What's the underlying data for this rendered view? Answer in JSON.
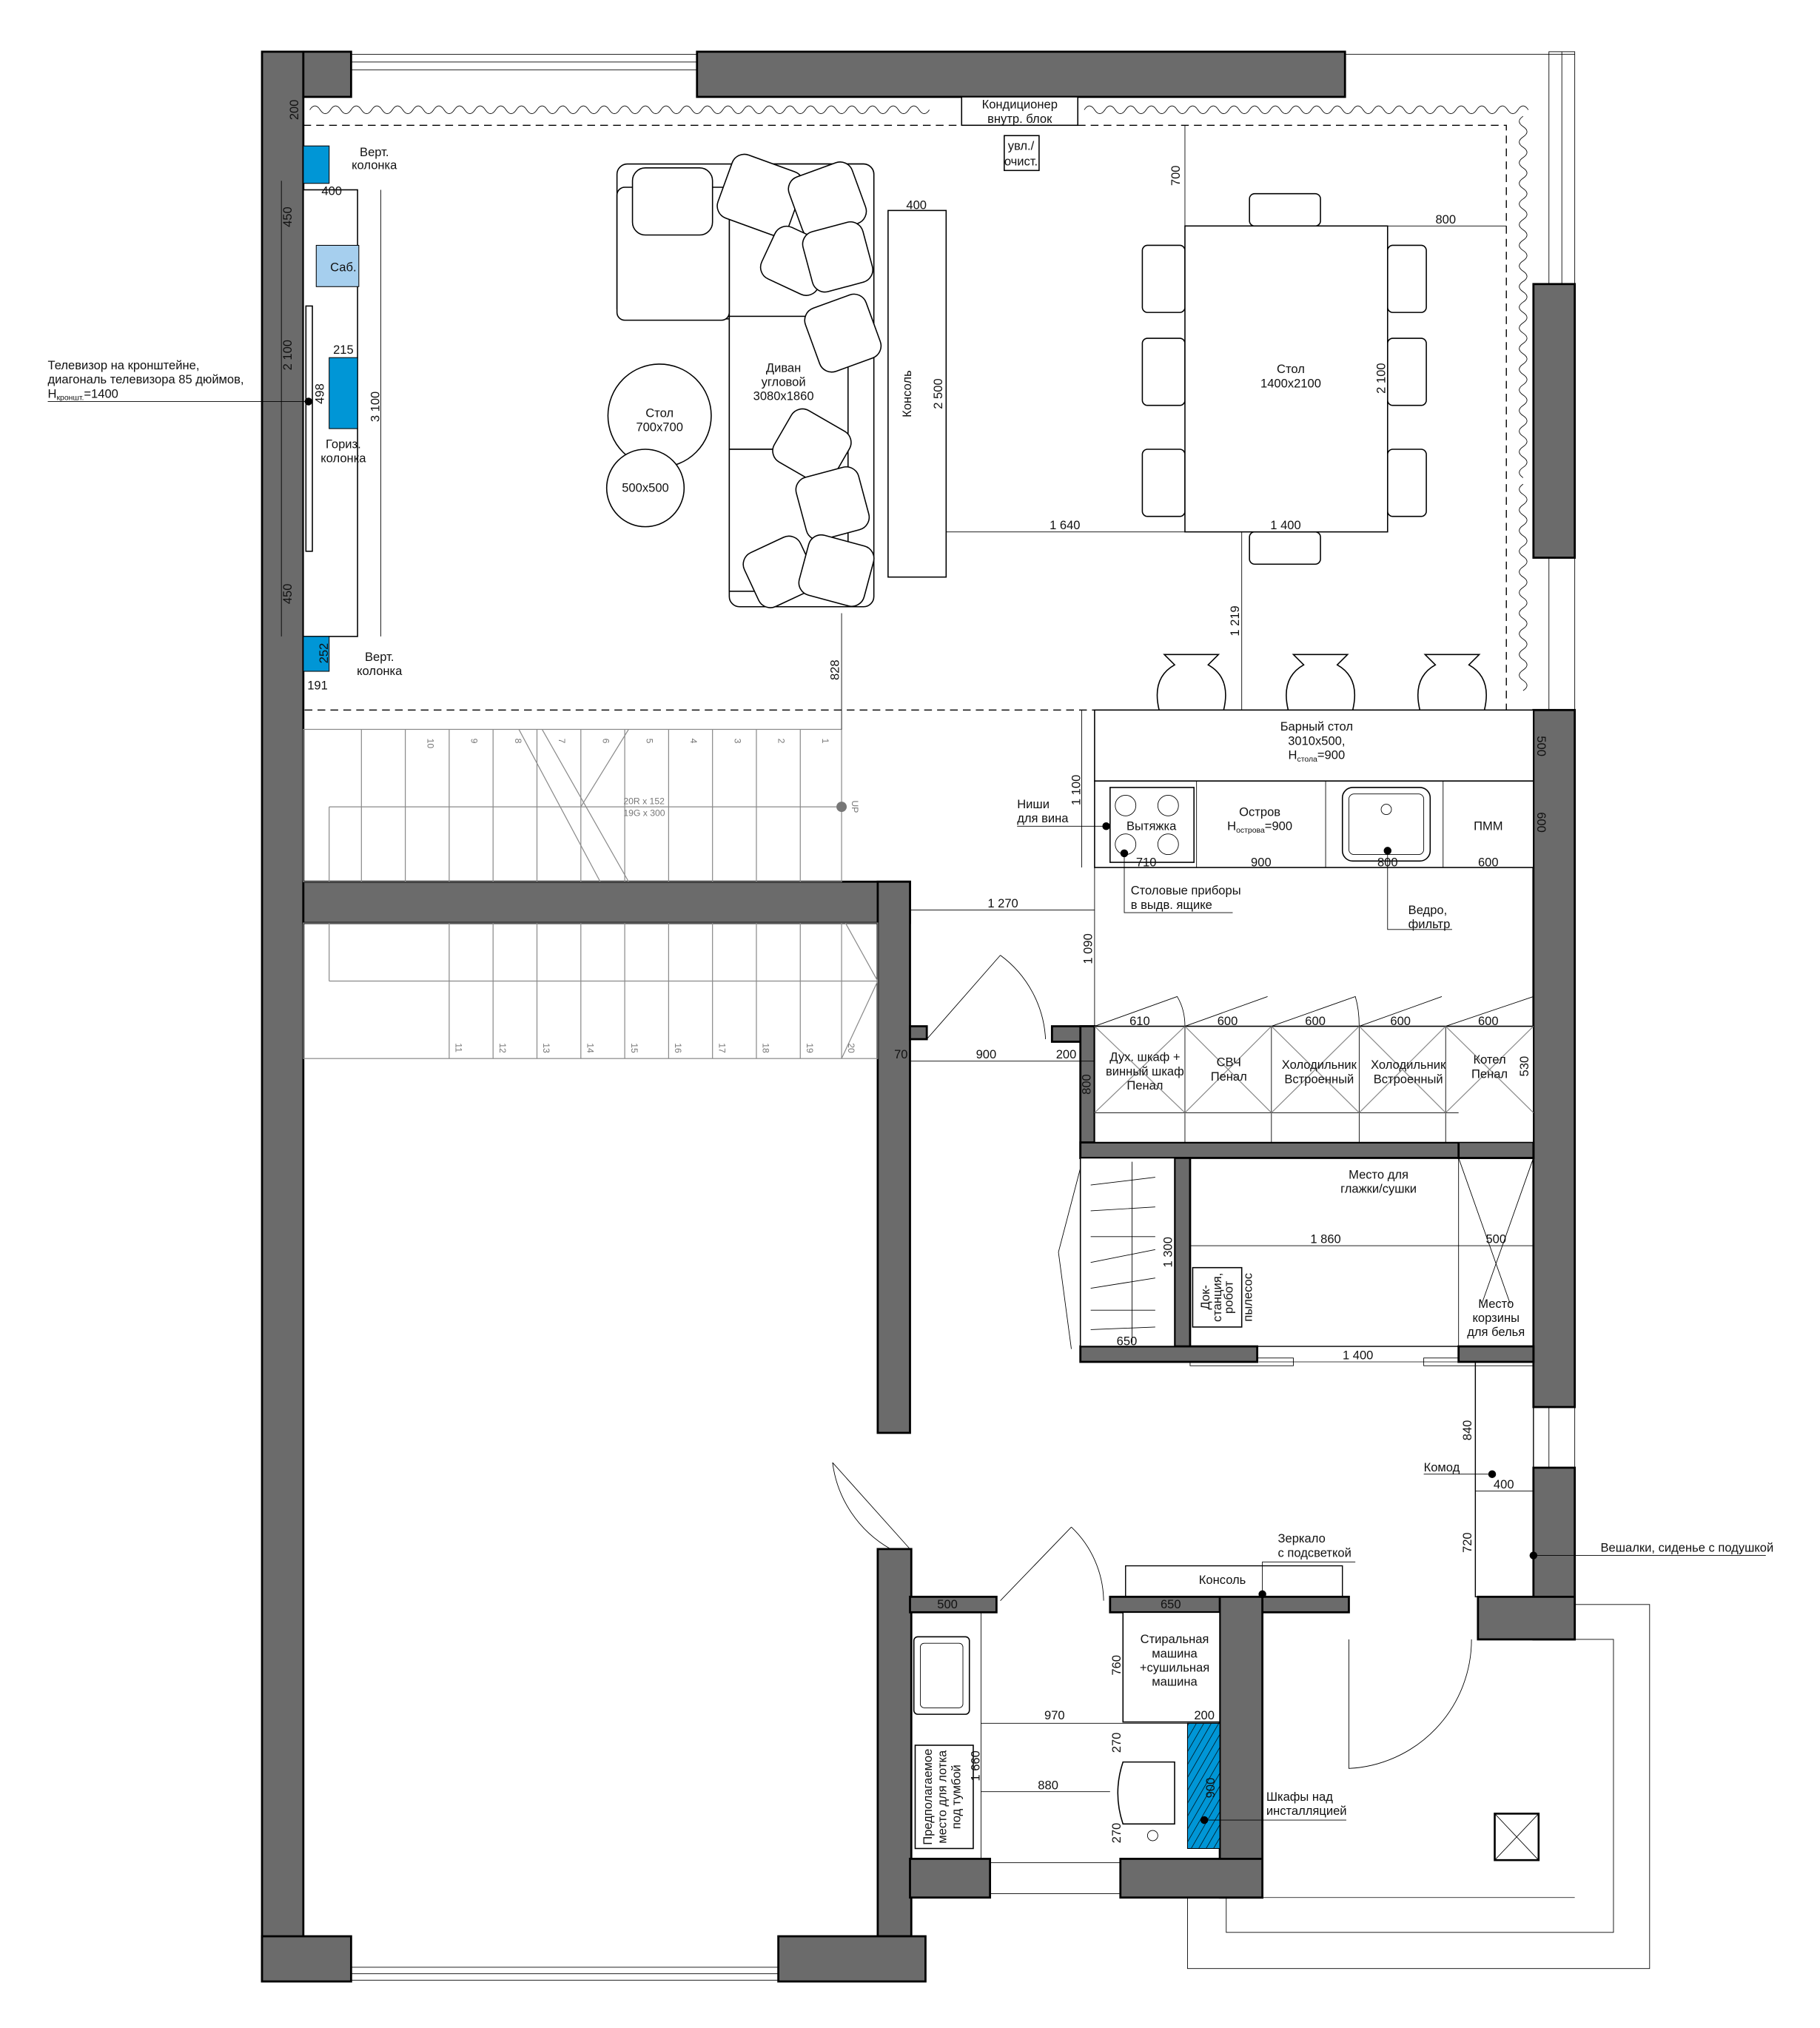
{
  "colors": {
    "wall": "#6b6b6b",
    "speaker": "#0096d6",
    "subwoofer": "#a6cfee",
    "installation": "#0096d6"
  },
  "labels": {
    "ac_unit": [
      "Кондиционер",
      "внутр. блок"
    ],
    "humidifier": [
      "увл./",
      "очист."
    ],
    "speaker_vert_top": [
      "Верт.",
      "колонка"
    ],
    "subwoofer": "Саб.",
    "speaker_horiz": [
      "Гориз.",
      "колонка"
    ],
    "speaker_vert_bottom": [
      "Верт.",
      "колонка"
    ],
    "tv_note": [
      "Телевизор на кронштейне,",
      "диагональ телевизора 85 дюймов,",
      "H",
      "кроншт.",
      "=1400"
    ],
    "sofa": [
      "Диван",
      "угловой",
      "3080x1860"
    ],
    "coffee_table": [
      "Стол",
      "700x700"
    ],
    "side_table": "500x500",
    "console_living": "Консоль",
    "dining_table": [
      "Стол",
      "1400x2100"
    ],
    "bar_table": [
      "Барный стол",
      "3010x500,",
      "H",
      "стола",
      "=900"
    ],
    "island": [
      "Остров",
      "H",
      "острова",
      "=900"
    ],
    "hood": "Вытяжка",
    "dishwasher": "ПММ",
    "wine_niches": [
      "Ниши",
      "для вина"
    ],
    "cutlery": [
      "Столовые приборы",
      "в выдв. ящике"
    ],
    "bucket": [
      "Ведро,",
      "фильтр"
    ],
    "tall_units": [
      [
        "Дух. шкаф +",
        "винный шкаф",
        "Пенал"
      ],
      [
        "СВЧ",
        "Пенал"
      ],
      [
        "Холодильник",
        "Встроенный"
      ],
      [
        "Холодильник",
        "Встроенный"
      ],
      [
        "Котел",
        "Пенал"
      ]
    ],
    "ironing": [
      "Место для",
      "глажки/сушки"
    ],
    "dock": [
      "Док-",
      "станция,",
      "робот",
      "пылесос"
    ],
    "laundry_basket": [
      "Место",
      "корзины",
      "для белья"
    ],
    "chest": "Комод",
    "mirror": [
      "Зеркало",
      "с подсветкой"
    ],
    "console_hall": "Консоль",
    "hangers": "Вешалки, сиденье с подушкой",
    "washer": [
      "Стиральная",
      "машина",
      "+сушильная",
      "машина"
    ],
    "cabinets_install": [
      "Шкафы над",
      "инсталляцией"
    ],
    "litter": [
      "Предполагаемое",
      "место для лотка",
      "под тумбой"
    ]
  },
  "stairs": {
    "spec": [
      "20R x 152",
      "19G x 300"
    ],
    "up": "UP",
    "steps": [
      "1",
      "2",
      "3",
      "4",
      "5",
      "6",
      "7",
      "8",
      "9",
      "10",
      "11",
      "12",
      "13",
      "14",
      "15",
      "16",
      "17",
      "18",
      "19",
      "20"
    ]
  },
  "dims": [
    "200",
    "400",
    "450",
    "2 100",
    "450",
    "215",
    "498",
    "3 100",
    "252",
    "191",
    "400",
    "2 500",
    "700",
    "800",
    "2 100",
    "1 640",
    "1 400",
    "1 219",
    "828",
    "1 100",
    "710",
    "900",
    "800",
    "600",
    "500",
    "600",
    "1 270",
    "1 090",
    "610",
    "600",
    "600",
    "600",
    "600",
    "530",
    "70",
    "900",
    "200",
    "800",
    "1 300",
    "650",
    "1 860",
    "500",
    "1 400",
    "840",
    "400",
    "720",
    "500",
    "650",
    "760",
    "970",
    "200",
    "1 660",
    "270",
    "880",
    "900",
    "270"
  ]
}
